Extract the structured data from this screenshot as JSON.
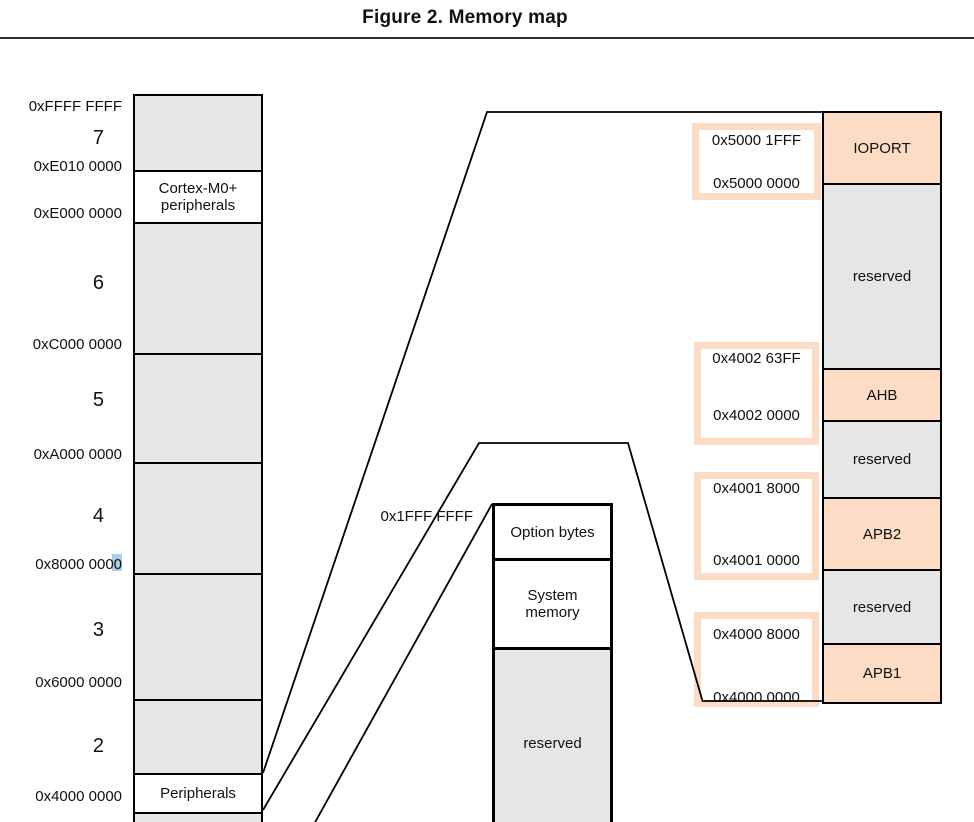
{
  "title": "Figure 2. Memory map",
  "left_column": {
    "addresses": [
      "0xFFFF FFFF",
      "0xE010 0000",
      "0xE000 0000",
      "0xC000 0000",
      "0xA000 0000",
      "0x8000 0000",
      "0x6000 0000",
      "0x4000 0000"
    ],
    "region_numbers": [
      "7",
      "6",
      "5",
      "4",
      "3",
      "2"
    ],
    "cortex_segment_label": "Cortex-M0+ peripherals",
    "peripherals_segment_label": "Peripherals"
  },
  "middle_column": {
    "address_label": "0x1FFF FFFF",
    "option_bytes_label": "Option bytes",
    "system_memory_label": "System memory",
    "reserved_label": "reserved"
  },
  "right_column": {
    "segments": [
      "IOPORT",
      "reserved",
      "AHB",
      "reserved",
      "APB2",
      "reserved",
      "APB1"
    ]
  },
  "address_boxes": [
    {
      "top": "0x5000 1FFF",
      "bottom": "0x5000 0000"
    },
    {
      "top": "0x4002 63FF",
      "bottom": "0x4002 0000"
    },
    {
      "top": "0x4001 8000",
      "bottom": "0x4001 0000"
    },
    {
      "top": "0x4000 8000",
      "bottom": "0x4000 0000"
    }
  ],
  "colors": {
    "peripheral_block_fill": "#fcdcc4",
    "reserved_block_fill": "#e6e6e6",
    "selection_highlight": "#a9cfe7",
    "line_color": "#000000"
  }
}
